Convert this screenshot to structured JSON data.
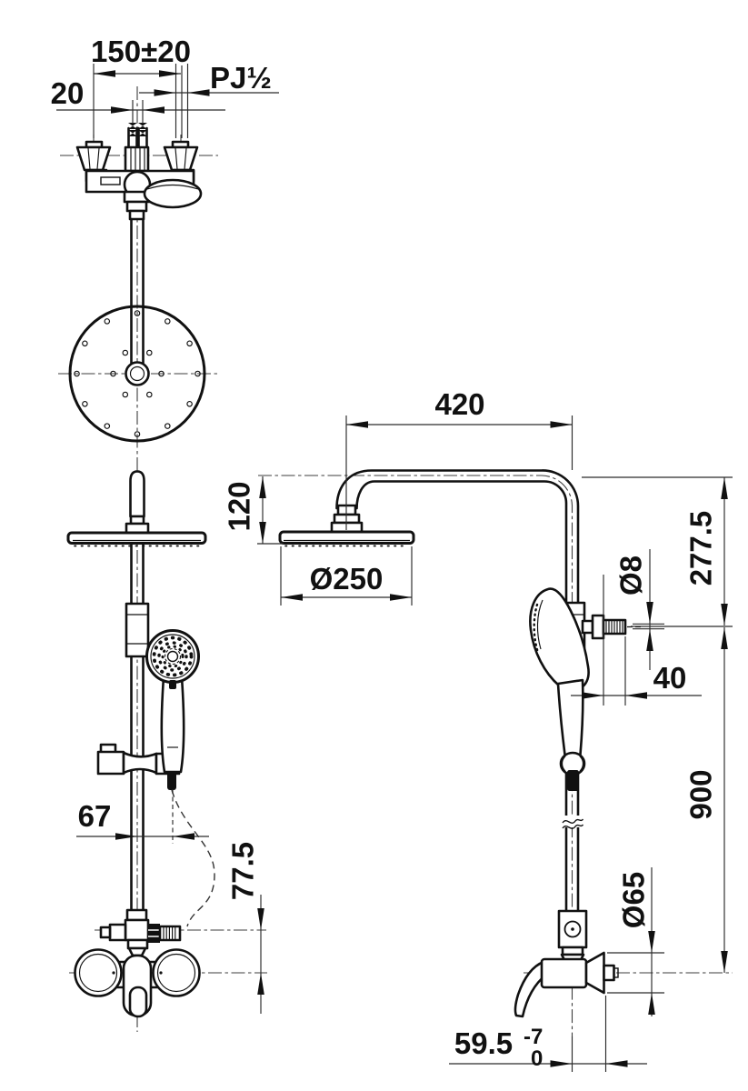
{
  "drawing": {
    "type": "shower-column-installation-drawing",
    "views": [
      "front-view",
      "side-view"
    ],
    "colors": {
      "ink": "#111111",
      "thin_line": "#2a2a2a",
      "background": "#ffffff"
    },
    "dims": {
      "handle_spacing": "150±20",
      "inlet_offset": "20",
      "thread_size": "PJ½",
      "hose_offset": "67",
      "outlet_drop": "77.5",
      "arm_reach": "420",
      "head_drop": "120",
      "head_diameter": "Ø250",
      "arm_height": "277.5",
      "outlet_tip_diameter": "Ø8",
      "outlet_length": "40",
      "column_height": "900",
      "flange_diameter": "Ø65",
      "wall_offset": "59.5",
      "wall_offset_tol_upper": "-7",
      "wall_offset_tol_lower": "0"
    }
  }
}
